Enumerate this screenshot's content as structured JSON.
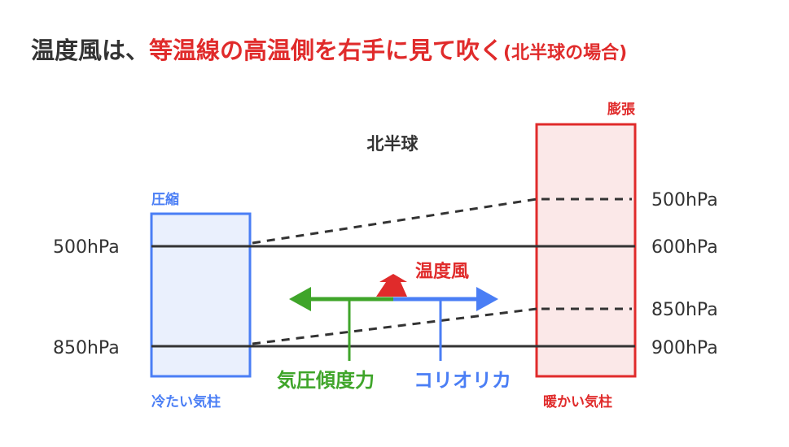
{
  "title": {
    "prefix": "温度風は、",
    "emphasis": "等温線の高温側を右手に見て吹く",
    "note": "(北半球の場合)"
  },
  "hemisphere_label": "北半球",
  "cold_column": {
    "top_label": "圧縮",
    "bottom_label": "冷たい気柱",
    "levels": [
      "500hPa",
      "850hPa"
    ]
  },
  "warm_column": {
    "top_label": "膨張",
    "bottom_label": "暖かい気柱",
    "levels": [
      "500hPa",
      "600hPa",
      "850hPa",
      "900hPa"
    ]
  },
  "forces": {
    "thermal_wind": "温度風",
    "pressure_gradient": "気圧傾度力",
    "coriolis": "コリオリカ"
  },
  "colors": {
    "red": "#e02b2b",
    "blue": "#4a7ef5",
    "green": "#3fa52a",
    "dark": "#333333"
  }
}
